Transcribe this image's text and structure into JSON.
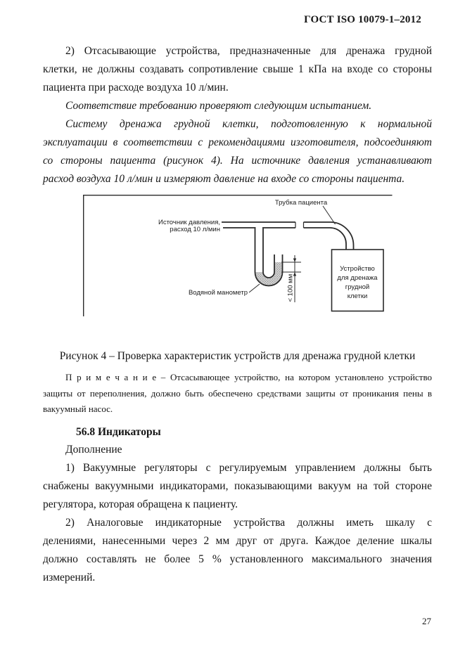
{
  "page": {
    "header": "ГОСТ ISO 10079-1–2012",
    "page_number": "27"
  },
  "content": {
    "para1": {
      "lines": [
        "2) Отсасывающие устройства, предназначенные для дренажа грудной",
        "клетки, не должны создавать сопротивление свыше 1 кПа на входе со стороны",
        "пациента при расходе воздуха 10 л/мин."
      ]
    },
    "para2": {
      "lines": [
        "Соответствие требованию проверяют следующим испытанием."
      ]
    },
    "para3": {
      "lines": [
        "Систему дренажа грудной клетки, подготовленную к нормальной",
        "эксплуатации в соответствии с рекомендациями изготовителя, подсоединяют",
        "со стороны пациента (рисунок 4). На источнике давления устанавливают",
        "расход воздуха 10 л/мин и измеряют давление на входе со стороны пациента."
      ]
    },
    "figure_caption": "Рисунок 4 – Проверка характеристик устройств для дренажа грудной клетки",
    "note": {
      "lines": [
        "П р и м е ч а н и е – Отсасывающее устройство, на котором установлено устройство",
        "защиты от переполнения, должно быть обеспечено средствами защиты от проникания пены в",
        "вакуумный насос."
      ]
    },
    "section_heading": "56.8 Индикаторы",
    "para4": {
      "lines": [
        "Дополнение"
      ]
    },
    "para5": {
      "lines": [
        "1) Вакуумные регуляторы с регулируемым управлением должны быть",
        "снабжены вакуумными индикаторами, показывающими вакуум на той стороне",
        "регулятора, которая обращена к пациенту."
      ]
    },
    "para6": {
      "lines": [
        "2) Аналоговые индикаторные устройства должны иметь шкалу с",
        "делениями, нанесенными через 2 мм друг от друга. Каждое деление шкалы",
        "должно составлять не более 5 % установленного максимального значения",
        "измерений."
      ]
    }
  },
  "figure": {
    "labels": {
      "pressure_source_1": "Источник давления,",
      "pressure_source_2": "расход 10 л/мин",
      "patient_tube": "Трубка пациента",
      "water_manometer": "Водяной манометр",
      "dimension": "< 100 мм",
      "device_1": "Устройство",
      "device_2": "для дренажа",
      "device_3": "грудной",
      "device_4": "клетки"
    }
  }
}
